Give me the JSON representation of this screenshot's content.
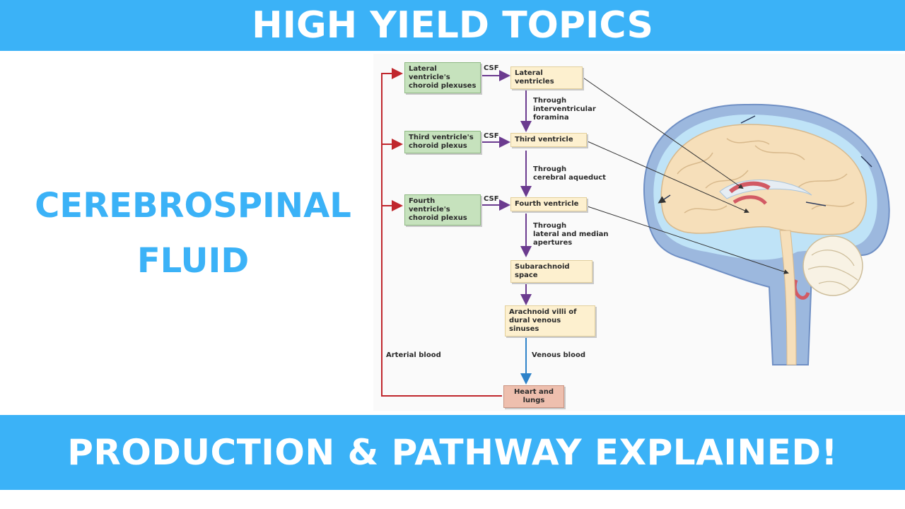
{
  "header": {
    "title": "HIGH YIELD TOPICS"
  },
  "subject": {
    "line1": "CEREBROSPINAL",
    "line2": "FLUID"
  },
  "footer": {
    "title": "PRODUCTION & PATHWAY EXPLAINED!"
  },
  "diagram": {
    "plexus": {
      "lateral": "Lateral ventricle's choroid plexuses",
      "third": "Third ventricle's choroid plexus",
      "fourth": "Fourth ventricle's choroid plexus"
    },
    "csf_label": "CSF",
    "chambers": {
      "lateral": "Lateral ventricles",
      "third": "Third ventricle",
      "fourth": "Fourth ventricle",
      "subarachnoid": "Subarachnoid space",
      "villi": "Arachnoid villi of dural venous sinuses",
      "heart": "Heart and lungs"
    },
    "paths": {
      "interventricular": "Through\ninterventricular\nforamina",
      "aqueduct": "Through\ncerebral aqueduct",
      "apertures": "Through\nlateral and median\napertures"
    },
    "arterial": "Arterial blood",
    "venous": "Venous blood",
    "colors": {
      "banner": "#3bb2f7",
      "arterial_arrow": "#c0272d",
      "csf_arrow": "#6b3b8f",
      "venous_arrow": "#2f83c9"
    }
  }
}
